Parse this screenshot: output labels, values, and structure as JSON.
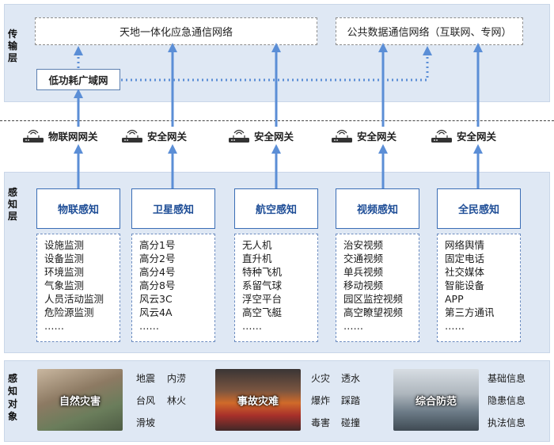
{
  "transport_layer": {
    "label": "传输层",
    "network_left": "天地一体化应急通信网络",
    "network_right": "公共数据通信网络（互联网、专网）",
    "lpwan": "低功耗广域网"
  },
  "gateways": [
    "物联网网关",
    "安全网关",
    "安全网关",
    "安全网关",
    "安全网关"
  ],
  "perception_layer": {
    "label": "感知层",
    "categories": [
      {
        "title": "物联感知",
        "items": [
          "设施监测",
          "设备监测",
          "环境监测",
          "气象监测",
          "人员活动监测",
          "危险源监测",
          "……"
        ]
      },
      {
        "title": "卫星感知",
        "items": [
          "高分1号",
          "高分2号",
          "高分4号",
          "高分8号",
          "风云3C",
          "风云4A",
          "……"
        ]
      },
      {
        "title": "航空感知",
        "items": [
          "无人机",
          "直升机",
          "特种飞机",
          "系留气球",
          "浮空平台",
          "高空飞艇",
          "……"
        ]
      },
      {
        "title": "视频感知",
        "items": [
          "治安视频",
          "交通视频",
          "单兵视频",
          "移动视频",
          "园区监控视频",
          "高空瞭望视频",
          "……"
        ]
      },
      {
        "title": "全民感知",
        "items": [
          "网络舆情",
          "固定电话",
          "社交媒体",
          "智能设备",
          "APP",
          "第三方通讯",
          "……"
        ]
      }
    ]
  },
  "objects_layer": {
    "label": "感知对象",
    "groups": [
      {
        "name": "自然灾害",
        "items": [
          "地震",
          "内涝",
          "台风",
          "林火",
          "滑坡"
        ]
      },
      {
        "name": "事故灾难",
        "items": [
          "火灾",
          "透水",
          "爆炸",
          "踩踏",
          "毒害",
          "碰撞"
        ]
      },
      {
        "name": "综合防范",
        "items": [
          "基础信息",
          "隐患信息",
          "执法信息"
        ]
      }
    ]
  },
  "colors": {
    "arrow": "#5b8ed6",
    "panel": "#dfe8f4",
    "title_text": "#1f4e97"
  }
}
